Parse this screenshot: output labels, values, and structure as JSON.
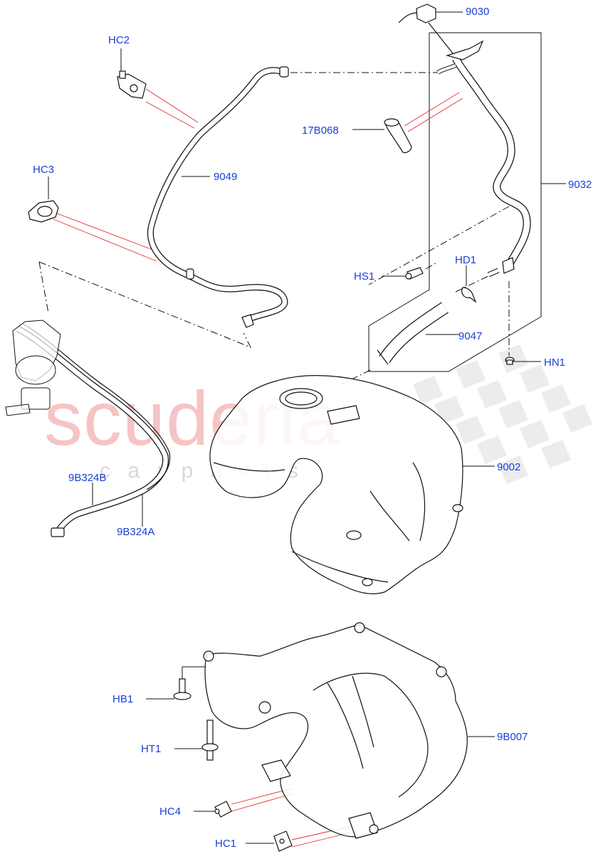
{
  "watermark": {
    "main": "scuderia",
    "sub": "c a r   p a r t s"
  },
  "labels": {
    "p9030": "9030",
    "hc2": "HC2",
    "p17b068": "17B068",
    "p9049": "9049",
    "hc3": "HC3",
    "p9032": "9032",
    "hs1": "HS1",
    "hd1": "HD1",
    "p9047": "9047",
    "hn1": "HN1",
    "p9002": "9002",
    "p9b324b": "9B324B",
    "p9b324a": "9B324A",
    "hb1": "HB1",
    "p9b007": "9B007",
    "ht1": "HT1",
    "hc4": "HC4",
    "hc1": "HC1"
  },
  "colors": {
    "label": "#1a3fd6",
    "line": "#111111",
    "leader_red": "#e03030",
    "watermark_red": "#f3b6b6",
    "watermark_grey": "#d9d9d9"
  }
}
